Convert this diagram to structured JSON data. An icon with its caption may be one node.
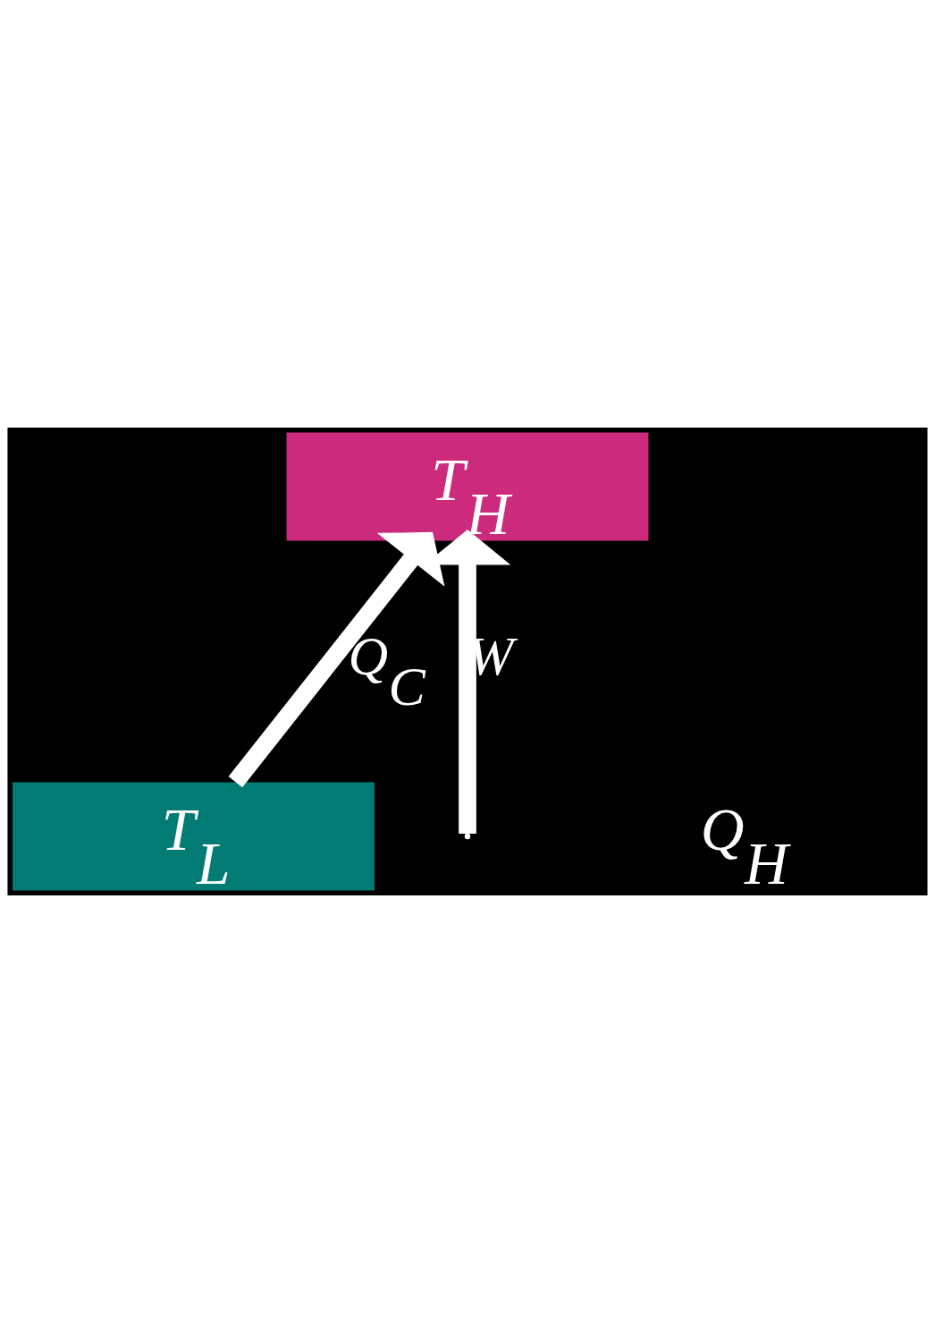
{
  "diagram": {
    "nodes": [
      {
        "text": [
          "T$_{H}$"
        ]
      },
      {
        "text": [
          "T$_{L}$"
        ]
      }
    ],
    "edges": [
      {
        "from": 1,
        "to": 0,
        "arrow": "to",
        "label": "Q$_{C}$"
      },
      {
        "from": null,
        "to": 0,
        "arrow": "to",
        "label": "W"
      }
    ],
    "labels": [
      "Q$_{H}$"
    ]
  }
}
